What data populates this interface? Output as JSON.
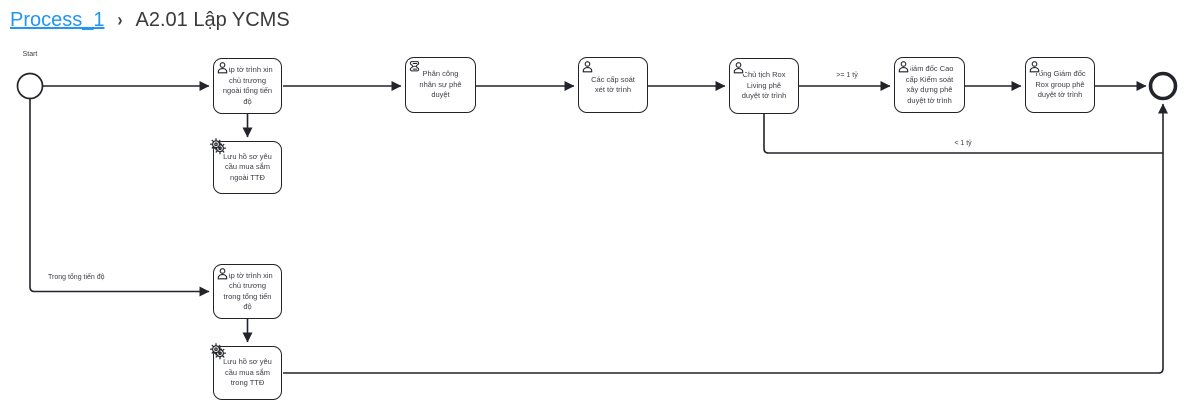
{
  "breadcrumb": {
    "process_link": "Process_1",
    "separator": "›",
    "current_page": "A2.01 Lập YCMS"
  },
  "colors": {
    "link_blue": "#2196f3",
    "diagram_stroke": "#22242a",
    "label_text": "#3d3d46"
  },
  "diagram": {
    "type": "bpmn-process",
    "start_event_label": "Start",
    "tasks": [
      {
        "id": "lap-to-trinh-ngoai-ttd",
        "type": "user",
        "label": "Lập tờ trình xin\nchủ trương\nngoài tổng tiến\nđộ"
      },
      {
        "id": "luu-ho-so-ngoai-ttd",
        "type": "service",
        "label": "Lưu hồ sơ yêu\ncầu mua sắm\nngoài TTĐ"
      },
      {
        "id": "phan-cong-nhan-su",
        "type": "script",
        "label": "Phân công\nnhân sự phê\nduyệt"
      },
      {
        "id": "cac-cap-soat-xet",
        "type": "user",
        "label": "Các cấp soát\nxét tờ trình"
      },
      {
        "id": "chu-tich-rox-living",
        "type": "user",
        "label": "Chủ tịch Rox\nLiving phê\nduyệt tờ trình"
      },
      {
        "id": "giam-doc-cao-cap-kiem-soat",
        "type": "user",
        "label": "Giám đốc Cao\ncấp Kiểm soát\nxây dựng phê\nduyệt tờ trình"
      },
      {
        "id": "tong-giam-doc-rox-group",
        "type": "user",
        "label": "Tổng Giám đốc\nRox group phê\nduyệt tờ trình"
      },
      {
        "id": "lap-to-trinh-trong-ttd",
        "type": "user",
        "label": "Lập tờ trình xin\nchủ trương\ntrong tổng tiến\nđộ"
      },
      {
        "id": "luu-ho-so-trong-ttd",
        "type": "service",
        "label": "Lưu hồ sơ yêu\ncầu mua sắm\ntrong TTĐ"
      }
    ],
    "flow_labels": {
      "ge_1_ty": ">= 1 tỷ",
      "lt_1_ty": "< 1 tỷ",
      "trong_tong_tien_do": "Trong tổng tiến độ"
    }
  }
}
